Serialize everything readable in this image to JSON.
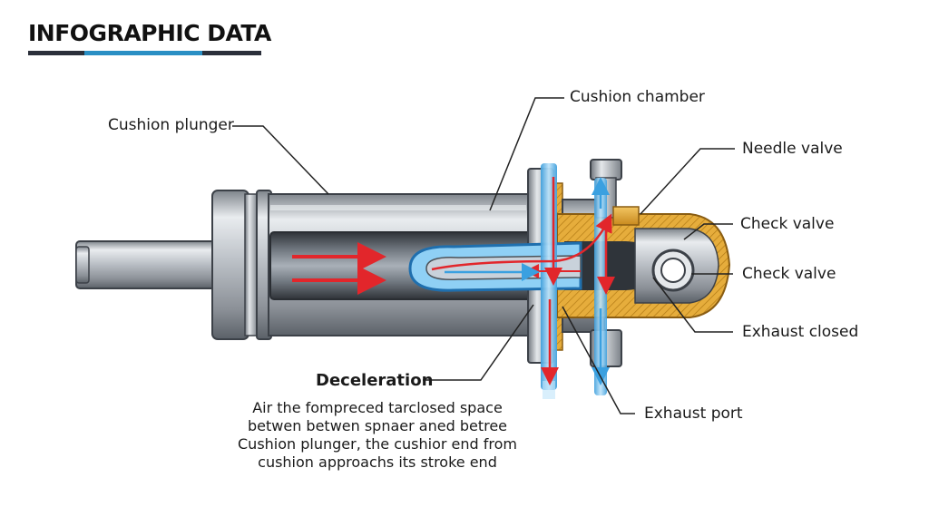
{
  "header": {
    "title": "INFOGRAPHIC DATA",
    "bar_colors": [
      "#2b2f3a",
      "#2a8fc4",
      "#2b2f3a"
    ]
  },
  "callouts": {
    "cushion_plunger": "Cushion plunger",
    "cushion_chamber": "Cushion chamber",
    "needle_valve": "Needle valve",
    "check_valve_upper": "Check valve",
    "check_valve_lower": "Check valve",
    "exhaust_closed": "Exhaust closed",
    "exhaust_port": "Exhaust port"
  },
  "deceleration": {
    "title": "Deceleration",
    "lines": [
      "Air the fomprесed tarclosed space",
      "betwen betwen spnaer aned betree",
      "Cushion plunger, the cushior end from",
      "cushion approachs its stroke end"
    ]
  },
  "colors": {
    "steel": "#b8bcc2",
    "steel_dark": "#5d636b",
    "brass": "#e0a93a",
    "air_blue": "#5bb6ea",
    "flow_red": "#e2262b"
  }
}
